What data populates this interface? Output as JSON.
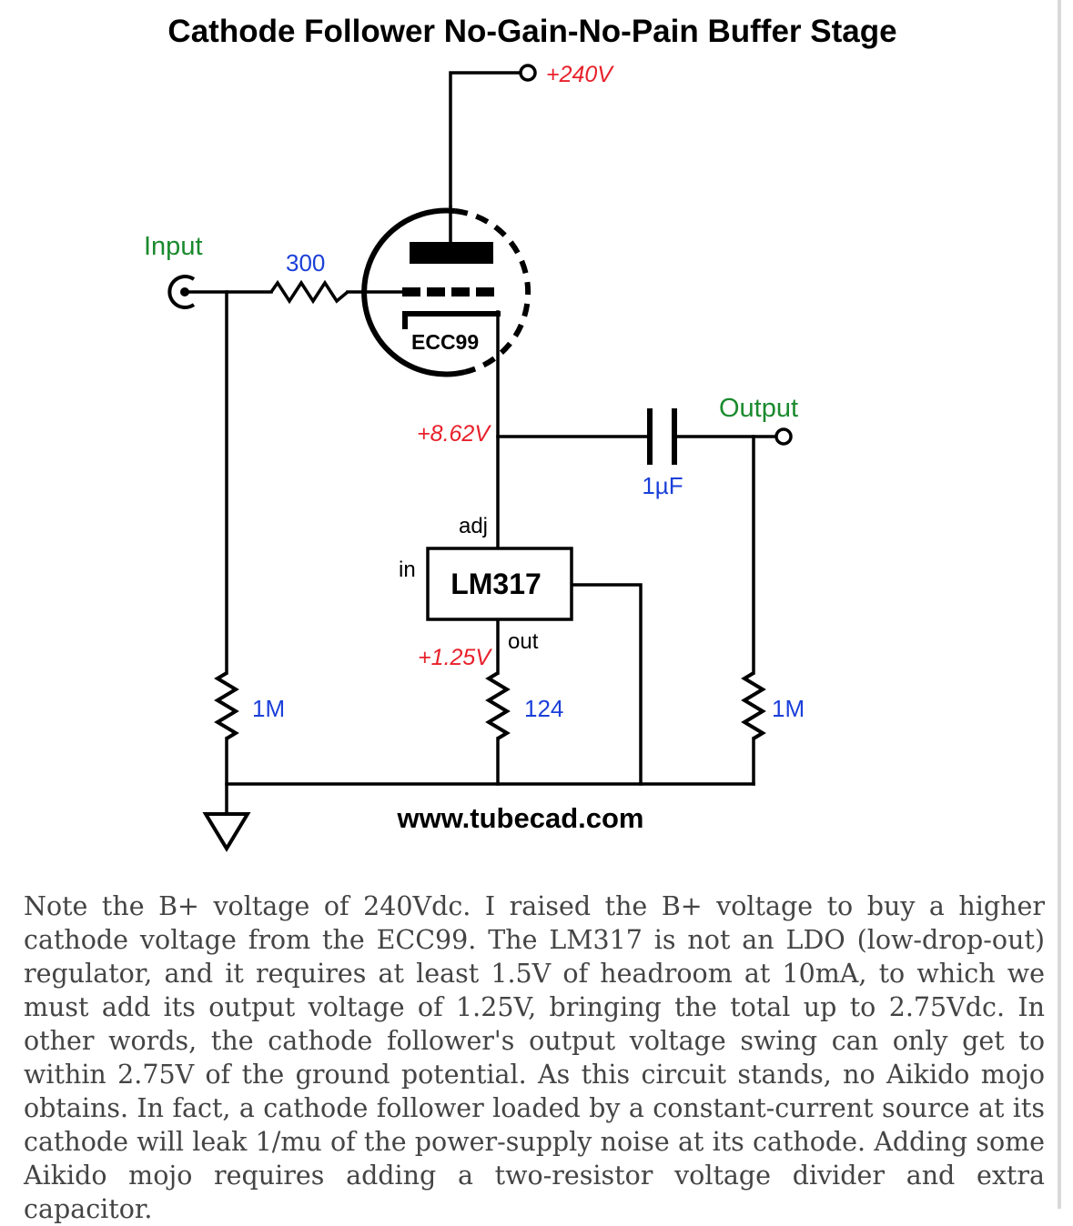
{
  "diagram": {
    "title": "Cathode Follower No-Gain-No-Pain Buffer Stage",
    "colors": {
      "wire": "#000000",
      "voltage": "#e8202a",
      "component_value": "#1a3fd9",
      "port_label": "#1a8a2e",
      "text": "#000000"
    },
    "supply": {
      "label": "+240V"
    },
    "input": {
      "label": "Input"
    },
    "output": {
      "label": "Output"
    },
    "grid_resistor": {
      "value": "300"
    },
    "tube": {
      "label": "ECC99"
    },
    "cathode_voltage": {
      "label": "+8.62V"
    },
    "coupling_capacitor": {
      "value": "1µF"
    },
    "regulator": {
      "label": "LM317",
      "pin_adj": "adj",
      "pin_in": "in",
      "pin_out": "out"
    },
    "out_voltage": {
      "label": "+1.25V"
    },
    "input_resistor": {
      "value": "1M"
    },
    "sense_resistor": {
      "value": "124"
    },
    "output_resistor": {
      "value": "1M"
    },
    "website": "www.tubecad.com",
    "icons": [
      "ground-icon",
      "input-jack-icon",
      "output-terminal-icon",
      "supply-terminal-icon"
    ]
  },
  "article": {
    "paragraph": "Note the B+ voltage of 240Vdc. I raised the B+ voltage to buy a higher cathode voltage from the ECC99. The LM317 is not an LDO (low-drop-out) regulator, and it requires at least 1.5V of headroom at 10mA, to which we must add its output voltage of 1.25V, bringing the total up to 2.75Vdc. In other words, the cathode follower's output voltage swing can only get to within 2.75V of the ground potential. As this circuit stands, no Aikido mojo obtains. In fact, a cathode follower loaded by a constant-current source at its cathode will leak 1/mu of the power-supply noise at its cathode. Adding some Aikido mojo requires adding a two-resistor voltage divider and extra capacitor."
  }
}
